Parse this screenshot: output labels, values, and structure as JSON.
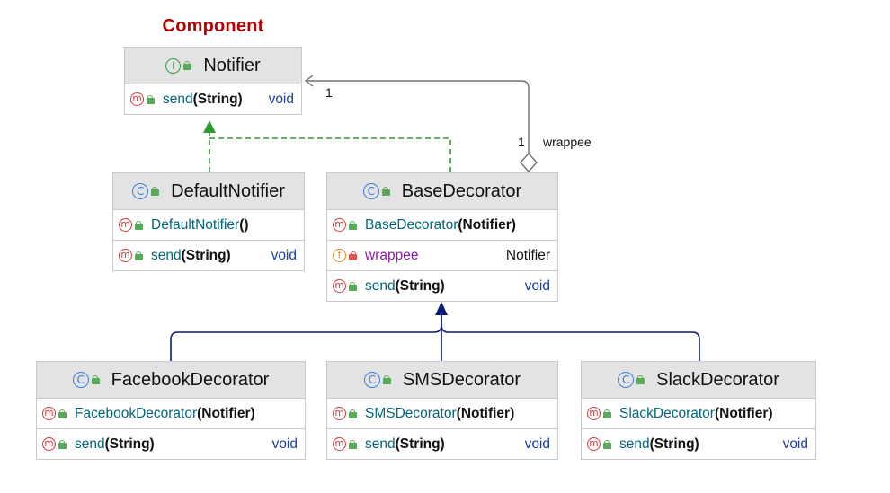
{
  "role_label": "Component",
  "classes": {
    "notifier": {
      "kind": "I",
      "name": "Notifier",
      "members": [
        {
          "kind": "m",
          "vis": "public",
          "name": "send",
          "params": "(String)",
          "type": "void"
        }
      ]
    },
    "default_notifier": {
      "kind": "C",
      "name": "DefaultNotifier",
      "members": [
        {
          "kind": "m",
          "vis": "public",
          "name": "DefaultNotifier",
          "params": "()",
          "type": ""
        },
        {
          "kind": "m",
          "vis": "public",
          "name": "send",
          "params": "(String)",
          "type": "void"
        }
      ]
    },
    "base_decorator": {
      "kind": "C",
      "name": "BaseDecorator",
      "members": [
        {
          "kind": "m",
          "vis": "public",
          "name": "BaseDecorator",
          "params": "(Notifier)",
          "type": ""
        },
        {
          "kind": "f",
          "vis": "private",
          "name": "wrappee",
          "params": "",
          "type": "Notifier"
        },
        {
          "kind": "m",
          "vis": "public",
          "name": "send",
          "params": "(String)",
          "type": "void"
        }
      ]
    },
    "facebook_decorator": {
      "kind": "C",
      "name": "FacebookDecorator",
      "members": [
        {
          "kind": "m",
          "vis": "public",
          "name": "FacebookDecorator",
          "params": "(Notifier)",
          "type": ""
        },
        {
          "kind": "m",
          "vis": "public",
          "name": "send",
          "params": "(String)",
          "type": "void"
        }
      ]
    },
    "sms_decorator": {
      "kind": "C",
      "name": "SMSDecorator",
      "members": [
        {
          "kind": "m",
          "vis": "public",
          "name": "SMSDecorator",
          "params": "(Notifier)",
          "type": ""
        },
        {
          "kind": "m",
          "vis": "public",
          "name": "send",
          "params": "(String)",
          "type": "void"
        }
      ]
    },
    "slack_decorator": {
      "kind": "C",
      "name": "SlackDecorator",
      "members": [
        {
          "kind": "m",
          "vis": "public",
          "name": "SlackDecorator",
          "params": "(Notifier)",
          "type": ""
        },
        {
          "kind": "m",
          "vis": "public",
          "name": "send",
          "params": "(String)",
          "type": "void"
        }
      ]
    }
  },
  "association": {
    "target_multiplicity": "1",
    "source_multiplicity": "1",
    "role": "wrappee"
  },
  "colors": {
    "implements": "#2e9a2e",
    "extends": "#0c1a7a",
    "association": "#707070",
    "role_label": "#b40000"
  }
}
